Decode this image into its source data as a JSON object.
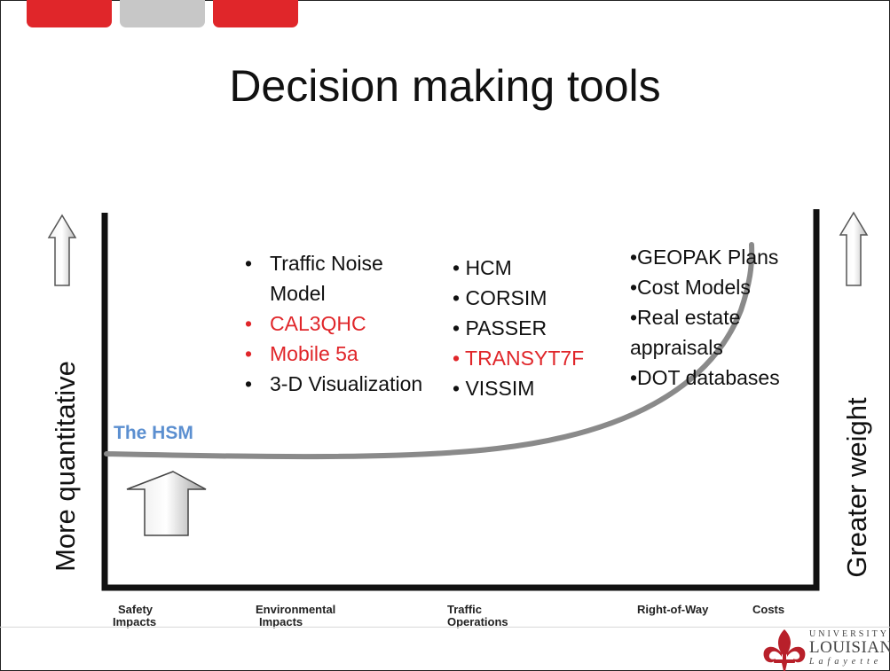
{
  "slide": {
    "title": "Decision making tools",
    "colors": {
      "tab_red": "#e0262a",
      "tab_gray": "#c7c7c7",
      "accent_red": "#e0262a",
      "hsm_blue": "#5b8fd0",
      "curve_gray": "#8a8a8a"
    }
  },
  "diagram": {
    "y_axis_label": "More quantitative",
    "right_axis_label": "Greater weight",
    "curve_label": "The HSM",
    "x_categories": [
      {
        "line1": "Safety",
        "line2": "Impacts"
      },
      {
        "line1": "Environmental",
        "line2": "Impacts"
      },
      {
        "line1": "Traffic",
        "line2": "Operations"
      },
      {
        "line1": "Right-of-Way",
        "line2": ""
      },
      {
        "line1": "Costs",
        "line2": ""
      }
    ],
    "env_tools": [
      {
        "bullet": "•",
        "text": "Traffic Noise",
        "red": false
      },
      {
        "bullet": "",
        "text": "Model",
        "red": false
      },
      {
        "bullet": "•",
        "text": "CAL3QHC",
        "red": true
      },
      {
        "bullet": "•",
        "text": "Mobile 5a",
        "red": true
      },
      {
        "bullet": "•",
        "text": "3-D Visualization",
        "red": false
      }
    ],
    "traffic_tools": [
      {
        "text": "• HCM",
        "red": false
      },
      {
        "text": "• CORSIM",
        "red": false
      },
      {
        "text": "• PASSER",
        "red": false
      },
      {
        "text": "• TRANSYT7F",
        "red": true
      },
      {
        "text": "• VISSIM",
        "red": false
      }
    ],
    "cost_tools": [
      {
        "text": "•GEOPAK Plans"
      },
      {
        "text": "•Cost Models"
      },
      {
        "text": "•Real estate"
      },
      {
        "text": "appraisals"
      },
      {
        "text": "•DOT databases"
      }
    ]
  },
  "logo": {
    "line1": "UNIVERSITY",
    "line2": "LOUISIANA",
    "line3": "Lafayette",
    "icon": "fleur-de-lis-icon"
  }
}
